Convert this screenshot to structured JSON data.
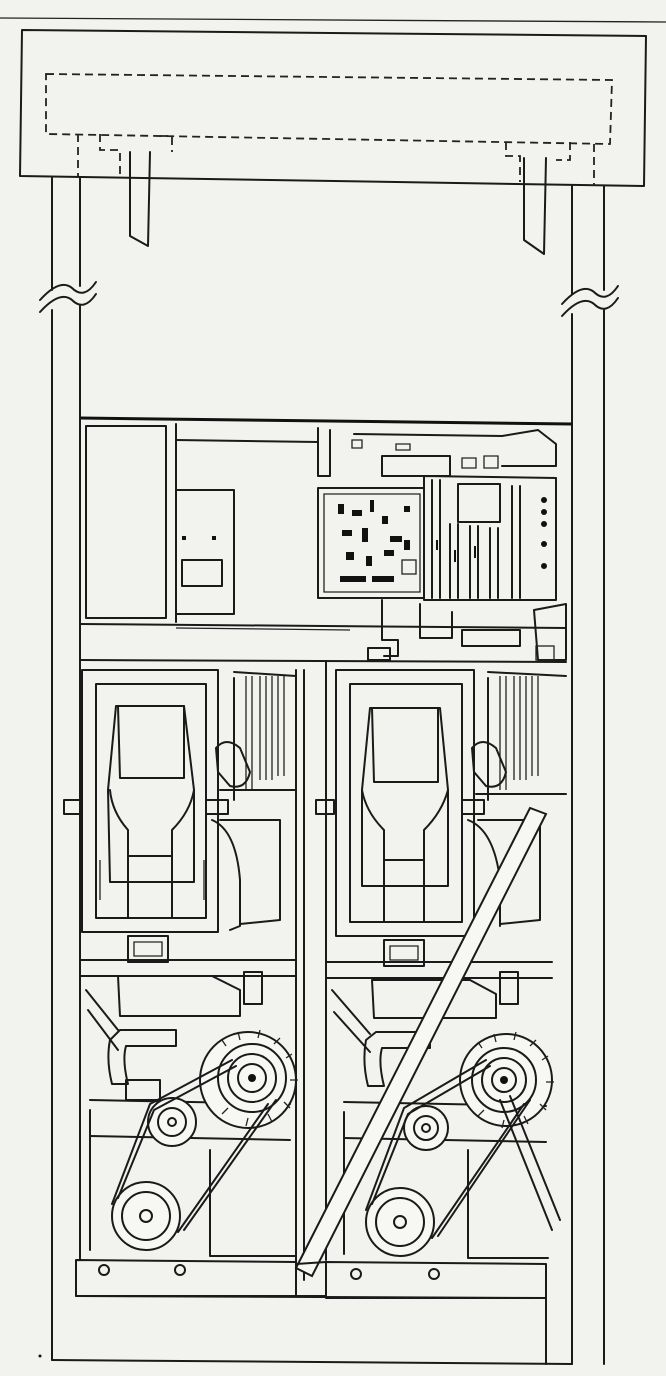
{
  "diagram": {
    "subject": "fuel-dispenser-internal-layout",
    "style": "monochrome line drawing",
    "colors": {
      "paper": "#f2f2ef",
      "ink": "#1a1a1a"
    },
    "components": [
      "top-canopy",
      "hidden-display-header",
      "left-column",
      "right-column",
      "electronics-board",
      "left-meter-unit",
      "right-meter-unit",
      "left-motor-pulley",
      "right-motor-pulley",
      "diagonal-brace",
      "base-plate"
    ]
  }
}
